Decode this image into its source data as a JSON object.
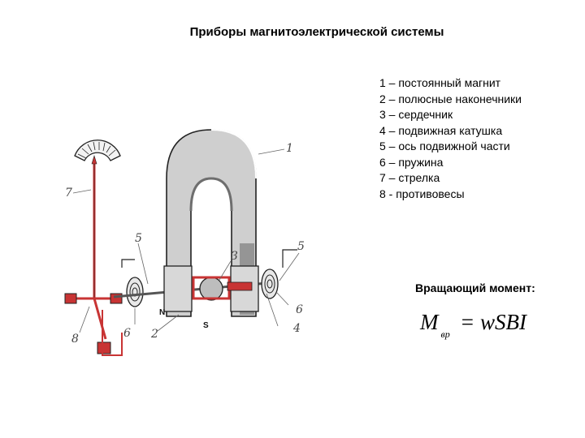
{
  "title": "Приборы магнитоэлектрической системы",
  "legend": [
    "1 – постоянный магнит",
    "2 – полюсные наконечники",
    "3 – сердечник",
    "4 – подвижная катушка",
    "5 – ось подвижной части",
    "6 – пружина",
    "7 – стрелка",
    "8 - противовесы"
  ],
  "torque_label": "Вращающий момент:",
  "formula": {
    "lhs": "M",
    "sub": "вр",
    "eq": "=",
    "rhs": "wSBI"
  },
  "figure": {
    "callouts": [
      "1",
      "2",
      "3",
      "4",
      "5",
      "5",
      "6",
      "6",
      "7",
      "8"
    ],
    "pole_labels": [
      "N",
      "S"
    ],
    "colors": {
      "magnet": "#cfcfcf",
      "magnet_dark": "#6e6e6e",
      "red_parts": "#c83434",
      "outline": "#222222"
    }
  }
}
